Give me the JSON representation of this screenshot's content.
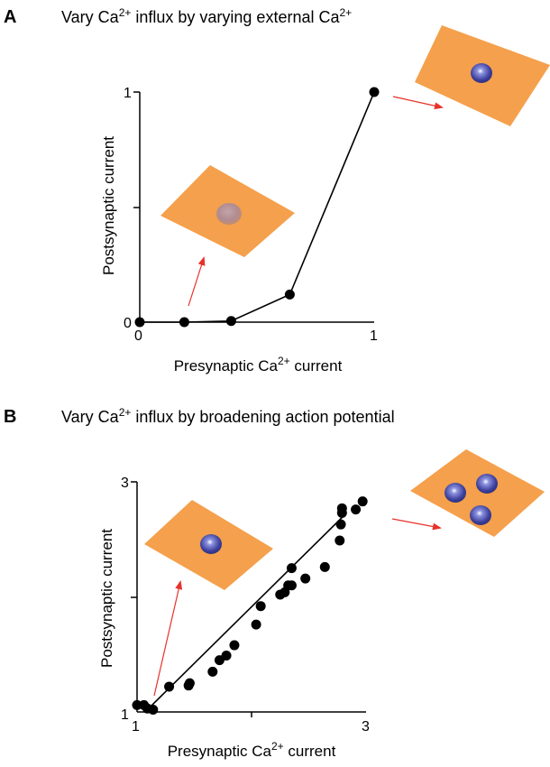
{
  "panels": [
    {
      "letter": "A",
      "title": {
        "pre": "Vary Ca",
        "sup": "2+",
        "mid": " influx by varying external Ca",
        "sup2": "2+"
      },
      "ylabel": "Postsynaptic current",
      "xlabel": {
        "pre": "Presynaptic Ca",
        "sup": "2+",
        "post": " current"
      },
      "xticks": [
        "0",
        "1"
      ],
      "yticks": [
        "0",
        "1"
      ]
    },
    {
      "letter": "B",
      "title": {
        "pre": "Vary Ca",
        "sup": "2+",
        "mid": " influx by broadening action potential",
        "sup2": ""
      },
      "ylabel": "Postsynaptic current",
      "xlabel": {
        "pre": "Presynaptic Ca",
        "sup": "2+",
        "post": " current"
      },
      "xticks": [
        "1",
        "3"
      ],
      "yticks": [
        "1",
        "3"
      ]
    }
  ],
  "colors": {
    "plate": "#f5a04c",
    "arrow": "#e8312a",
    "channel": "#5a5fb0",
    "marker": "#000000"
  },
  "chart_data": [
    {
      "type": "line",
      "xlim": [
        0,
        1
      ],
      "ylim": [
        0,
        1
      ],
      "grid": false,
      "series": [
        {
          "x": [
            0,
            0.19,
            0.39,
            0.64,
            1.0
          ],
          "y": [
            0,
            0,
            0.005,
            0.12,
            1.0
          ]
        }
      ],
      "icons": [
        "plate-one-channel-faint",
        "plate-one-channel"
      ]
    },
    {
      "type": "scatter",
      "xlim": [
        1,
        3
      ],
      "ylim": [
        1,
        3
      ],
      "grid": false,
      "points": {
        "x": [
          1.0,
          1.06,
          1.09,
          1.14,
          1.28,
          1.45,
          1.46,
          1.66,
          1.72,
          1.78,
          1.85,
          2.04,
          2.08,
          2.25,
          2.29,
          2.32,
          2.35,
          2.35,
          2.47,
          2.64,
          2.77,
          2.78,
          2.79,
          2.79,
          2.91,
          2.97
        ],
        "y": [
          1.06,
          1.06,
          1.03,
          1.02,
          1.22,
          1.23,
          1.25,
          1.35,
          1.45,
          1.49,
          1.58,
          1.76,
          1.92,
          2.02,
          2.04,
          2.1,
          2.25,
          2.1,
          2.16,
          2.26,
          2.49,
          2.63,
          2.73,
          2.77,
          2.76,
          2.83
        ]
      },
      "fit_line": {
        "x": [
          1.07,
          2.8
        ],
        "y": [
          1.0,
          2.7
        ]
      },
      "icons": [
        "plate-one-channel",
        "plate-three-channels"
      ]
    }
  ]
}
